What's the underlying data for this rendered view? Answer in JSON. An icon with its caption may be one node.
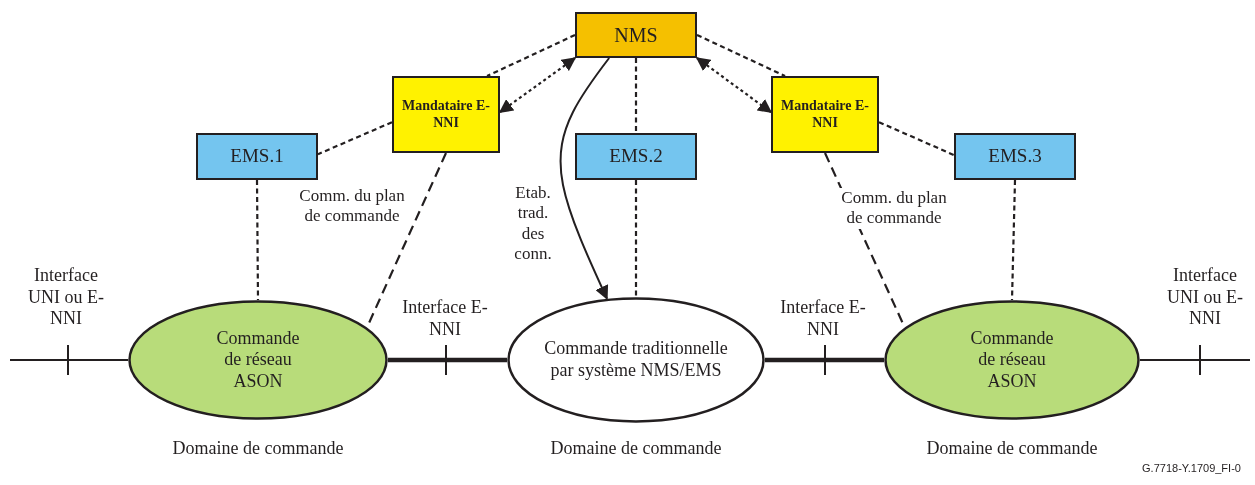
{
  "diagram": {
    "nodes": [
      {
        "text": [
          "NMS"
        ]
      },
      {
        "text": [
          "Mandataire E-NNI"
        ]
      },
      {
        "text": [
          "EMS.1"
        ]
      },
      {
        "text": [
          "EMS.2"
        ]
      },
      {
        "text": [
          "Mandataire E-NNI"
        ]
      },
      {
        "text": [
          "EMS.3"
        ]
      },
      {
        "text": [
          "Commande de réseau ASON"
        ],
        "beside": [
          "Domaine de commande"
        ]
      },
      {
        "text": [
          "Commande traditionnelle par système NMS/EMS"
        ],
        "beside": [
          "Domaine de commande"
        ]
      },
      {
        "text": [
          "Commande de réseau ASON"
        ],
        "beside": [
          "Domaine de commande"
        ]
      }
    ],
    "edges": [
      {
        "from": 0,
        "to": 1,
        "arrow": "both",
        "style": "dashed"
      },
      {
        "from": 0,
        "to": 1,
        "arrow": "none",
        "style": "dashed"
      },
      {
        "from": 1,
        "to": 2,
        "arrow": "none",
        "style": "dashed"
      },
      {
        "from": 0,
        "to": 4,
        "arrow": "both",
        "style": "dashed"
      },
      {
        "from": 0,
        "to": 4,
        "arrow": "none",
        "style": "dashed"
      },
      {
        "from": 4,
        "to": 5,
        "arrow": "none",
        "style": "dashed"
      },
      {
        "from": 0,
        "to": 3,
        "arrow": "none",
        "style": "dashed"
      },
      {
        "from": 3,
        "to": 7,
        "arrow": "none",
        "style": "dashed"
      },
      {
        "from": 2,
        "to": 6,
        "arrow": "none",
        "style": "dashed"
      },
      {
        "from": 5,
        "to": 8,
        "arrow": "none",
        "style": "dashed"
      },
      {
        "from": 1,
        "to": 6,
        "arrow": "none",
        "style": "dashed",
        "label": "Comm. du plan de commande"
      },
      {
        "from": 4,
        "to": 8,
        "arrow": "none",
        "style": "dashed",
        "label": "Comm. du plan de commande"
      },
      {
        "from": 0,
        "to": 7,
        "arrow": "to",
        "label": "Etab. trad. des conn."
      },
      {
        "from": null,
        "to": 6,
        "arrow": "none"
      },
      {
        "from": 6,
        "to": 7,
        "arrow": "none",
        "style": "thick"
      },
      {
        "from": 7,
        "to": 8,
        "arrow": "none",
        "style": "thick"
      },
      {
        "from": 8,
        "to": null,
        "arrow": "none"
      }
    ],
    "labels": [
      "Interface UNI ou E-NNI",
      "Interface E-NNI",
      "Interface E-NNI",
      "Interface UNI ou E-NNI",
      "G.7718-Y.1709_FI-0"
    ]
  }
}
